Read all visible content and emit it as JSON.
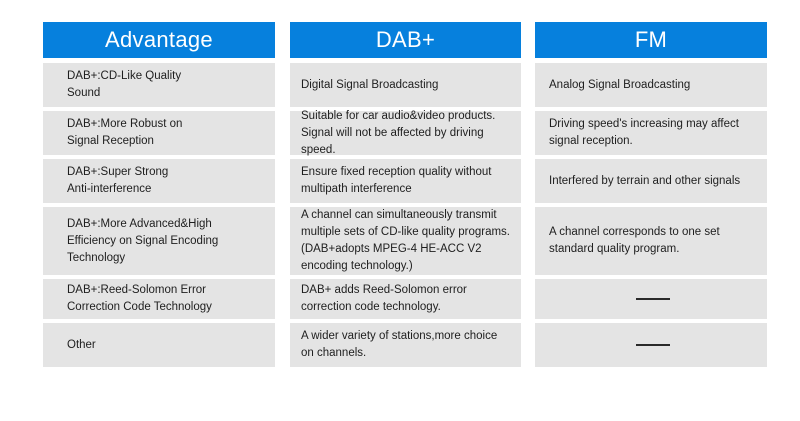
{
  "document": {
    "title": "DAB+ versus FM Advantage Comparison Table",
    "accent_color": "#0680dd",
    "cell_background": "#e4e4e4",
    "text_color": "#1e1e1e",
    "page_background": "#ffffff"
  },
  "table": {
    "columns": [
      {
        "key": "advantage",
        "header": "Advantage",
        "cells": [
          {
            "text": "DAB+:CD-Like Quality\nSound",
            "type": "text"
          },
          {
            "text": "DAB+:More Robust on\nSignal Reception",
            "type": "text"
          },
          {
            "text": "DAB+:Super Strong\nAnti-interference",
            "type": "text"
          },
          {
            "text": "DAB+:More Advanced&High\nEfficiency on Signal Encoding\nTechnology",
            "type": "text"
          },
          {
            "text": "DAB+:Reed-Solomon Error\nCorrection Code Technology",
            "type": "text"
          },
          {
            "text": "Other",
            "type": "text"
          }
        ]
      },
      {
        "key": "dab_plus",
        "header": "DAB+",
        "cells": [
          {
            "text": "Digital Signal Broadcasting",
            "type": "text"
          },
          {
            "text": "Suitable for car audio&video products.\nSignal will not be affected by driving\nspeed.",
            "type": "text"
          },
          {
            "text": "Ensure fixed reception quality without\nmultipath interference",
            "type": "text"
          },
          {
            "text": "A channel can simultaneously transmit\nmultiple sets of CD-like quality programs.\n(DAB+adopts MPEG-4 HE-ACC V2\nencoding technology.)",
            "type": "text"
          },
          {
            "text": "DAB+ adds Reed-Solomon error\ncorrection code technology.",
            "type": "text"
          },
          {
            "text": "A wider variety of stations,more choice\non channels.",
            "type": "text"
          }
        ]
      },
      {
        "key": "fm",
        "header": "FM",
        "cells": [
          {
            "text": "Analog Signal Broadcasting",
            "type": "text"
          },
          {
            "text": "Driving speed's increasing may affect\nsignal reception.",
            "type": "text"
          },
          {
            "text": "Interfered by terrain and other signals",
            "type": "text"
          },
          {
            "text": "A channel corresponds to one set\nstandard quality program.",
            "type": "text"
          },
          {
            "text": "",
            "type": "dash"
          },
          {
            "text": "",
            "type": "dash"
          }
        ]
      }
    ]
  }
}
